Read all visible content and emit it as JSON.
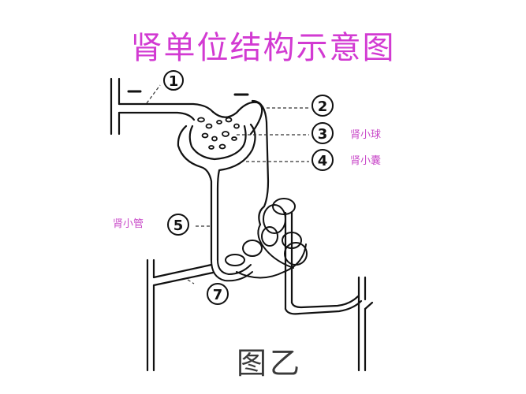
{
  "slide": {
    "title": "肾单位结构示意图",
    "caption": "图乙",
    "title_color": "#d23ad2",
    "label_color": "#c848c8"
  },
  "diagram": {
    "subject": "nephron",
    "markers": [
      {
        "id": "1",
        "text": "1"
      },
      {
        "id": "2",
        "text": "2"
      },
      {
        "id": "3",
        "text": "3"
      },
      {
        "id": "4",
        "text": "4"
      },
      {
        "id": "5",
        "text": "5"
      },
      {
        "id": "7",
        "text": "7"
      }
    ],
    "annotations": {
      "marker3": "肾小球",
      "marker4": "肾小囊",
      "marker5": "肾小管"
    },
    "flow_arrows": [
      "flow-arrow-left",
      "flow-arrow-right"
    ]
  }
}
